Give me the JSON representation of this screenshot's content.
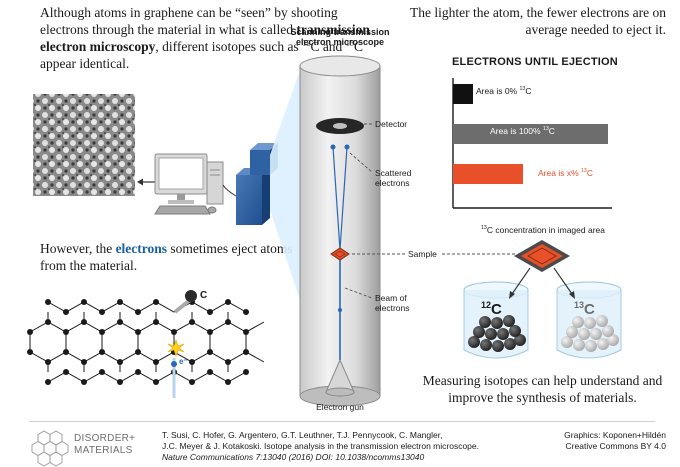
{
  "intro": {
    "part1": "Although atoms in graphene can be “seen” by shooting electrons through the material in what is called ",
    "bold": "transmission electron microscopy",
    "part2": ", different isotopes such as ",
    "iso1_sup": "12",
    "iso1": "C and ",
    "iso2_sup": "13",
    "iso2": "C appear identical."
  },
  "lighter_text": "The lighter the atom, the fewer electrons are on average needed to eject it.",
  "however": {
    "part1": "However, the ",
    "blue": "electrons",
    "part2": " sometimes eject atoms from the material."
  },
  "measuring_text": "Measuring isotopes can help understand and improve the synthesis of materials.",
  "microscope": {
    "title_line1": "Scanning transmission",
    "title_line2": "electron microscope",
    "detector": "Detector",
    "scattered_line1": "Scattered",
    "scattered_line2": "electrons",
    "sample": "Sample",
    "beam_line1": "Beam of",
    "beam_line2": "electrons",
    "gun": "Electron gun"
  },
  "atom_labels": {
    "carbon": "C",
    "electron": "e⁻"
  },
  "chart_data": {
    "type": "bar",
    "title": "ELECTRONS UNTIL EJECTION",
    "xlabel_sup": "13",
    "xlabel": "C concentration in imaged area",
    "series": [
      {
        "label_prefix": "Area is 0% ",
        "label_sup": "13",
        "label_suffix": "C",
        "relative_length": 0.13,
        "color": "#111111"
      },
      {
        "label_prefix": "Area is 100% ",
        "label_sup": "13",
        "label_suffix": "C",
        "relative_length": 1.0,
        "color": "#6d6d6d"
      },
      {
        "label_prefix": "Area is x% ",
        "label_sup": "13",
        "label_suffix": "C",
        "relative_length": 0.45,
        "color": "#e8502a"
      }
    ],
    "colors": {
      "bar0": "#111111",
      "bar1": "#6d6d6d",
      "bar2": "#e8502a",
      "label2": "#e8502a"
    }
  },
  "beakers": {
    "left_sup": "12",
    "left": "C",
    "right_sup": "13",
    "right": "C"
  },
  "footer": {
    "logo_line1": "DISORDER+",
    "logo_line2": "MATERIALS",
    "authors_line1": "T. Susi, C. Hofer, G. Argentero, G.T. Leuthner, T.J. Pennycook, C. Mangler,",
    "authors_line2": "J.C. Meyer & J. Kotakoski. Isotope analysis in the transmission electron microscope.",
    "citation": "Nature Communications 7:13040 (2016) DOI: 10.1038/ncomms13040",
    "graphics": "Graphics: Koponen+Hildén",
    "license": "Creative Commons BY 4.0"
  }
}
